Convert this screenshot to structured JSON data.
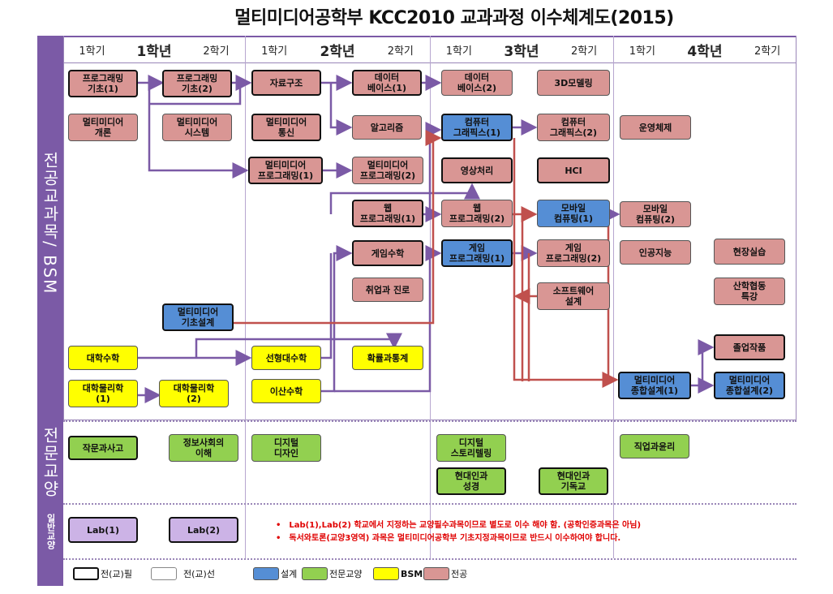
{
  "title": "멀티미디어공학부 KCC2010 교과과정 이수체계도(2015)",
  "sections": {
    "major": "전공교과목/ BSM",
    "liberal": "전문교양",
    "general": "일반교양"
  },
  "years": [
    {
      "sem1": "1학기",
      "label": "1학년",
      "sem2": "2학기"
    },
    {
      "sem1": "1학기",
      "label": "2학년",
      "sem2": "2학기"
    },
    {
      "sem1": "1학기",
      "label": "3학년",
      "sem2": "2학기"
    },
    {
      "sem1": "1학기",
      "label": "4학년",
      "sem2": "2학기"
    }
  ],
  "courses": {
    "prog1": "프로그래밍\n기초(1)",
    "prog2": "프로그래밍\n기초(2)",
    "mm_intro": "멀티미디어\n개론",
    "mm_system": "멀티미디어\n시스템",
    "data_struct": "자료구조",
    "db1": "데이터\n베이스(1)",
    "db2": "데이터\n베이스(2)",
    "modeling3d": "3D모델링",
    "mm_comm": "멀티미디어\n통신",
    "algorithm": "알고리즘",
    "cg1": "컴퓨터\n그래픽스(1)",
    "cg2": "컴퓨터\n그래픽스(2)",
    "os": "운영체제",
    "mm_prog1": "멀티미디어\n프로그래밍(1)",
    "mm_prog2": "멀티미디어\n프로그래밍(2)",
    "image_proc": "영상처리",
    "hci": "HCI",
    "web1": "웹\n프로그래밍(1)",
    "web2": "웹\n프로그래밍(2)",
    "mobile1": "모바일\n컴퓨팅(1)",
    "mobile2": "모바일\n컴퓨팅(2)",
    "game_math": "게임수학",
    "game_prog1": "게임\n프로그래밍(1)",
    "game_prog2": "게임\n프로그래밍(2)",
    "ai": "인공지능",
    "field": "현장실습",
    "career": "취업과 진로",
    "sw_design": "소프트웨어\n설계",
    "industry": "산학협동\n특강",
    "mm_basic_design": "멀티미디어\n기초설계",
    "calculus": "대학수학",
    "linear_alg": "선형대수학",
    "prob_stat": "확률과통계",
    "grad_project": "졸업작품",
    "physics1": "대학물리학\n(1)",
    "physics2": "대학물리학\n(2)",
    "discrete": "이산수학",
    "mm_design1": "멀티미디어\n종합설계(1)",
    "mm_design2": "멀티미디어\n종합설계(2)",
    "writing": "작문과사고",
    "info_society": "정보사회의\n이해",
    "digital_design": "디지털\n디자인",
    "storytelling": "디지털\n스토리텔링",
    "modern_faith": "현대인과\n성경",
    "modern_christ": "현대인과\n기독교",
    "ethics": "직업과윤리",
    "lab1": "Lab(1)",
    "lab2": "Lab(2)"
  },
  "notes": [
    "Lab(1),Lab(2) 학교에서 지정하는 교양필수과목이므로 별도로 이수 해야 함. (공학인증과목은 아님)",
    "독서와토론(교양3영역) 과목은 멀티미디어공학부 기초지정과목이므로 반드시 이수하여야 합니다."
  ],
  "note_bullet": "•",
  "legend": {
    "required": "전(교)필",
    "elective": "전(교)선",
    "design": "설계",
    "liberal": "전문교양",
    "bsm": "BSM",
    "major": "전공"
  },
  "colors": {
    "sidebar": "#7b5aa6",
    "major": "#d99694",
    "design": "#558ed5",
    "liberal": "#92d050",
    "bsm": "#ffff00",
    "general": "#ccb3e6",
    "arrow_purple": "#7b5aa6",
    "arrow_red": "#c0504d"
  }
}
